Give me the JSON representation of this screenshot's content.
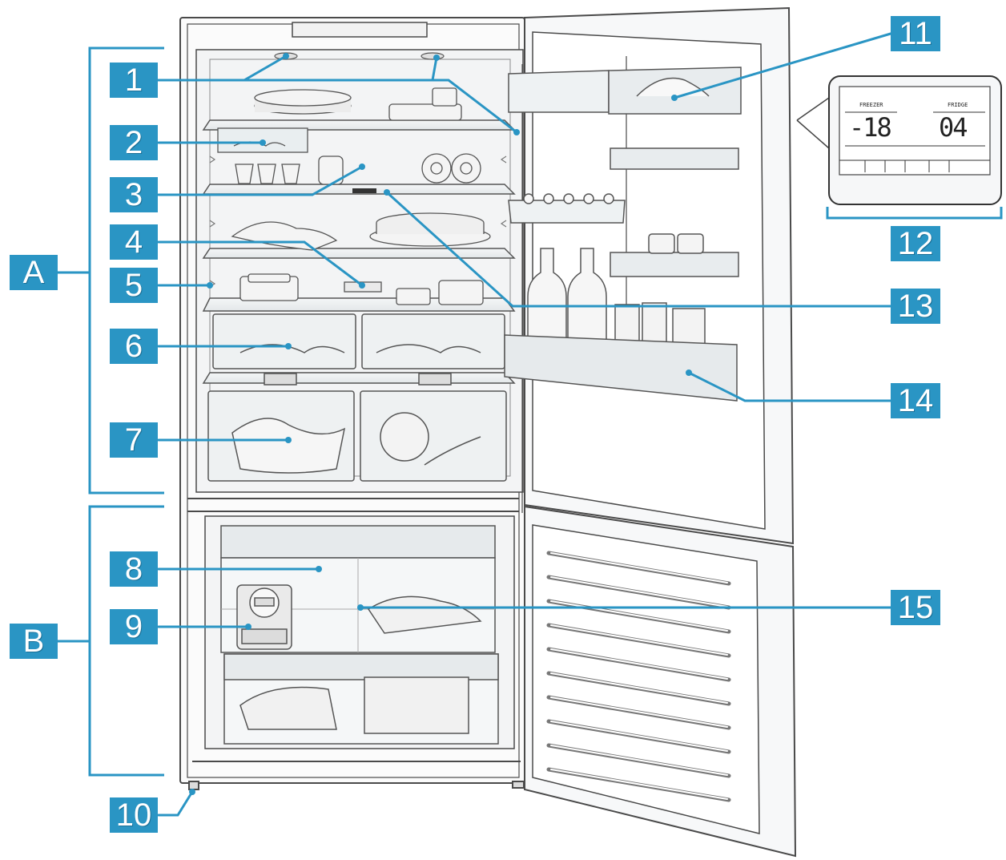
{
  "callouts": [
    {
      "label": "1"
    },
    {
      "label": "2"
    },
    {
      "label": "3"
    },
    {
      "label": "4"
    },
    {
      "label": "5"
    },
    {
      "label": "6"
    },
    {
      "label": "7"
    },
    {
      "label": "8"
    },
    {
      "label": "9"
    },
    {
      "label": "10"
    },
    {
      "label": "11"
    },
    {
      "label": "12"
    },
    {
      "label": "13"
    },
    {
      "label": "14"
    },
    {
      "label": "15"
    }
  ],
  "zones": [
    {
      "label": "A"
    },
    {
      "label": "B"
    }
  ],
  "display": {
    "freezer_label": "FREEZER",
    "fridge_label": "FRIDGE",
    "freezer_temp": "-18",
    "fridge_temp": "04"
  },
  "colors": {
    "callout_fill": "#2a95c4",
    "leader_line": "#2a95c4",
    "drawing_line": "#4a4a4a"
  }
}
